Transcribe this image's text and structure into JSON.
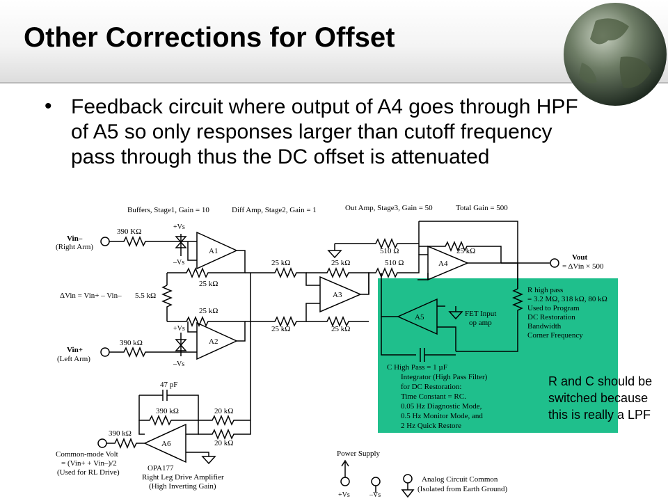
{
  "slide": {
    "title": "Other Corrections for Offset",
    "bullet": "Feedback circuit where output of A4 goes through HPF of A5 so only responses larger than cutoff frequency pass through thus the DC offset is attenuated",
    "note": "R and C should be switched because this is really a LPF"
  },
  "colors": {
    "highlight": "#1fbf8c",
    "wire": "#000000"
  },
  "stages": {
    "stage1": "Buffers, Stage1, Gain = 10",
    "stage2": "Diff Amp, Stage2, Gain = 1",
    "stage3": "Out Amp, Stage3, Gain = 50",
    "total": "Total Gain = 500"
  },
  "inputs": {
    "vin_minus": "Vin–",
    "right_arm": "(Right Arm)",
    "vin_plus": "Vin+",
    "left_arm": "(Left Arm)",
    "delta_vin": "ΔVin = Vin+ – Vin–",
    "cm_volt": "Common-mode Volt",
    "cm_formula": "= (Vin+ + Vin–)/2",
    "cm_use": "(Used for RL Drive)"
  },
  "amps": {
    "a1": "A1",
    "a2": "A2",
    "a3": "A3",
    "a4": "A4",
    "a5": "A5",
    "a6": "A6"
  },
  "resistors": {
    "r_a1_in": "390 KΩ",
    "r_a1_fb": "25 kΩ",
    "r_gain": "5.5 kΩ",
    "r_a2_fb": "25 kΩ",
    "r_a2_in": "390 kΩ",
    "r_a3_in1": "25 kΩ",
    "r_a3_in2": "25 kΩ",
    "r_a3_fb": "25 kΩ",
    "r_a3_gnd": "25 kΩ",
    "r_a4_a": "510 Ω",
    "r_a4_b": "510 Ω",
    "r_a4_fb": "25 kΩ",
    "r_a6_fb": "390 kΩ",
    "r_a6_in": "390 kΩ",
    "r_cm1": "20 kΩ",
    "r_cm2": "20 kΩ"
  },
  "caps": {
    "c_a6": "47 pF"
  },
  "supply": {
    "pos": "+Vs",
    "neg": "–Vs"
  },
  "output": {
    "label": "Vout",
    "formula": "= ΔVin × 500"
  },
  "hpf": {
    "r_lines": [
      "R high pass",
      "= 3.2 MΩ, 318 kΩ, 80 kΩ",
      "Used to Program",
      "DC Restoration",
      "Bandwidth",
      "Corner Frequency"
    ],
    "fet": [
      "FET Input",
      "op amp"
    ],
    "c_label": "C High Pass = 1 µF",
    "integrator": [
      "Integrator (High Pass Filter)",
      "for DC Restoration:",
      "Time Constant = RC.",
      "0.05 Hz Diagnostic Mode,",
      "0.5 Hz Monitor Mode, and",
      "2 Hz Quick Restore"
    ]
  },
  "rld": {
    "part": "OPA177",
    "name": "Right Leg Drive Amplifier",
    "gain": "(High Inverting Gain)"
  },
  "legend": {
    "power_supply": "Power Supply",
    "pos": "+Vs",
    "neg": "–Vs",
    "common": "Analog Circuit Common",
    "common_note": "(Isolated from Earth Ground)"
  }
}
